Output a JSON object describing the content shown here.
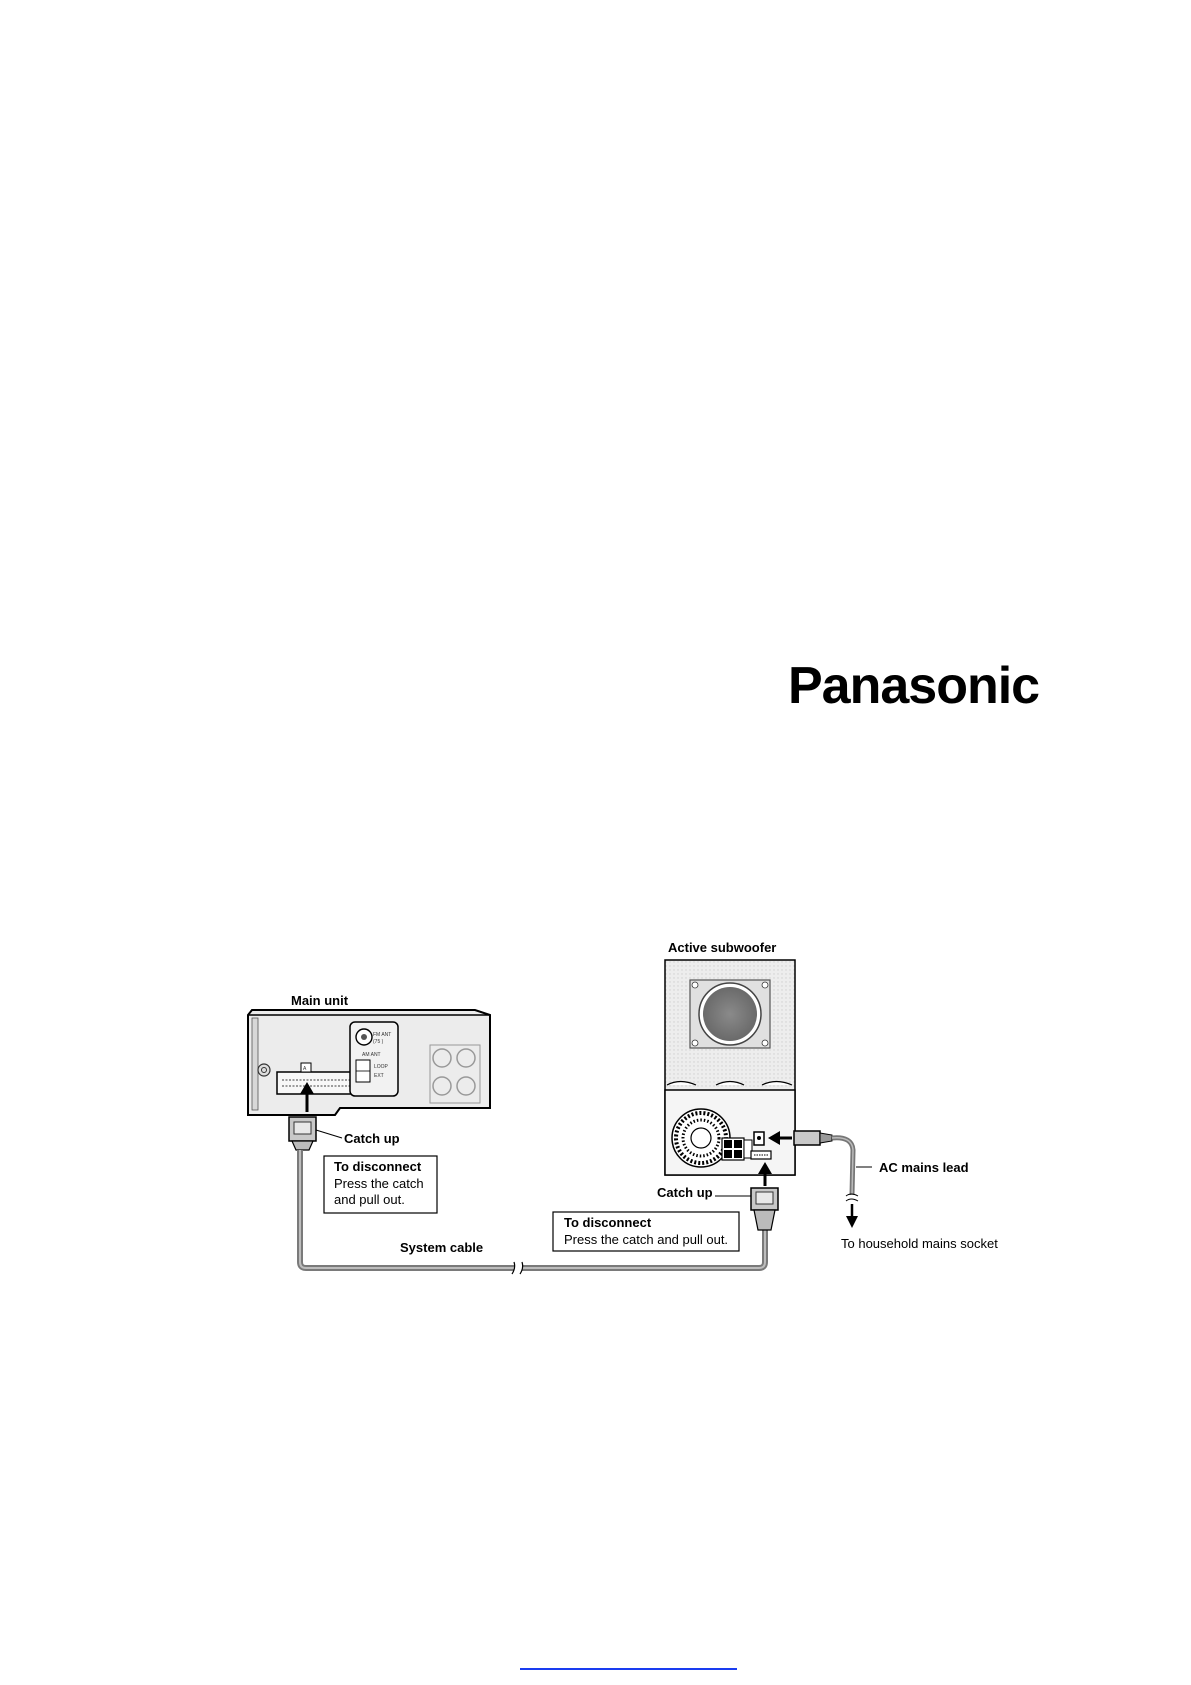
{
  "brand": {
    "logo_text": "Panasonic"
  },
  "diagram": {
    "main_unit_label": "Main unit",
    "subwoofer_label": "Active subwoofer",
    "catch_up_left": "Catch up",
    "catch_up_right": "Catch up",
    "disconnect_left": {
      "title": "To disconnect",
      "line1": "Press the catch",
      "line2": "and pull out."
    },
    "disconnect_right": {
      "title": "To disconnect",
      "line1": "Press the catch and pull out."
    },
    "system_cable_label": "System cable",
    "ac_lead_label": "AC mains lead",
    "mains_socket_label": "To household mains socket",
    "panel_text": {
      "fm_ant": "FM ANT",
      "ohm": "(75 )",
      "am_ant": "AM ANT",
      "loop": "LOOP",
      "ext": "EXT"
    }
  }
}
